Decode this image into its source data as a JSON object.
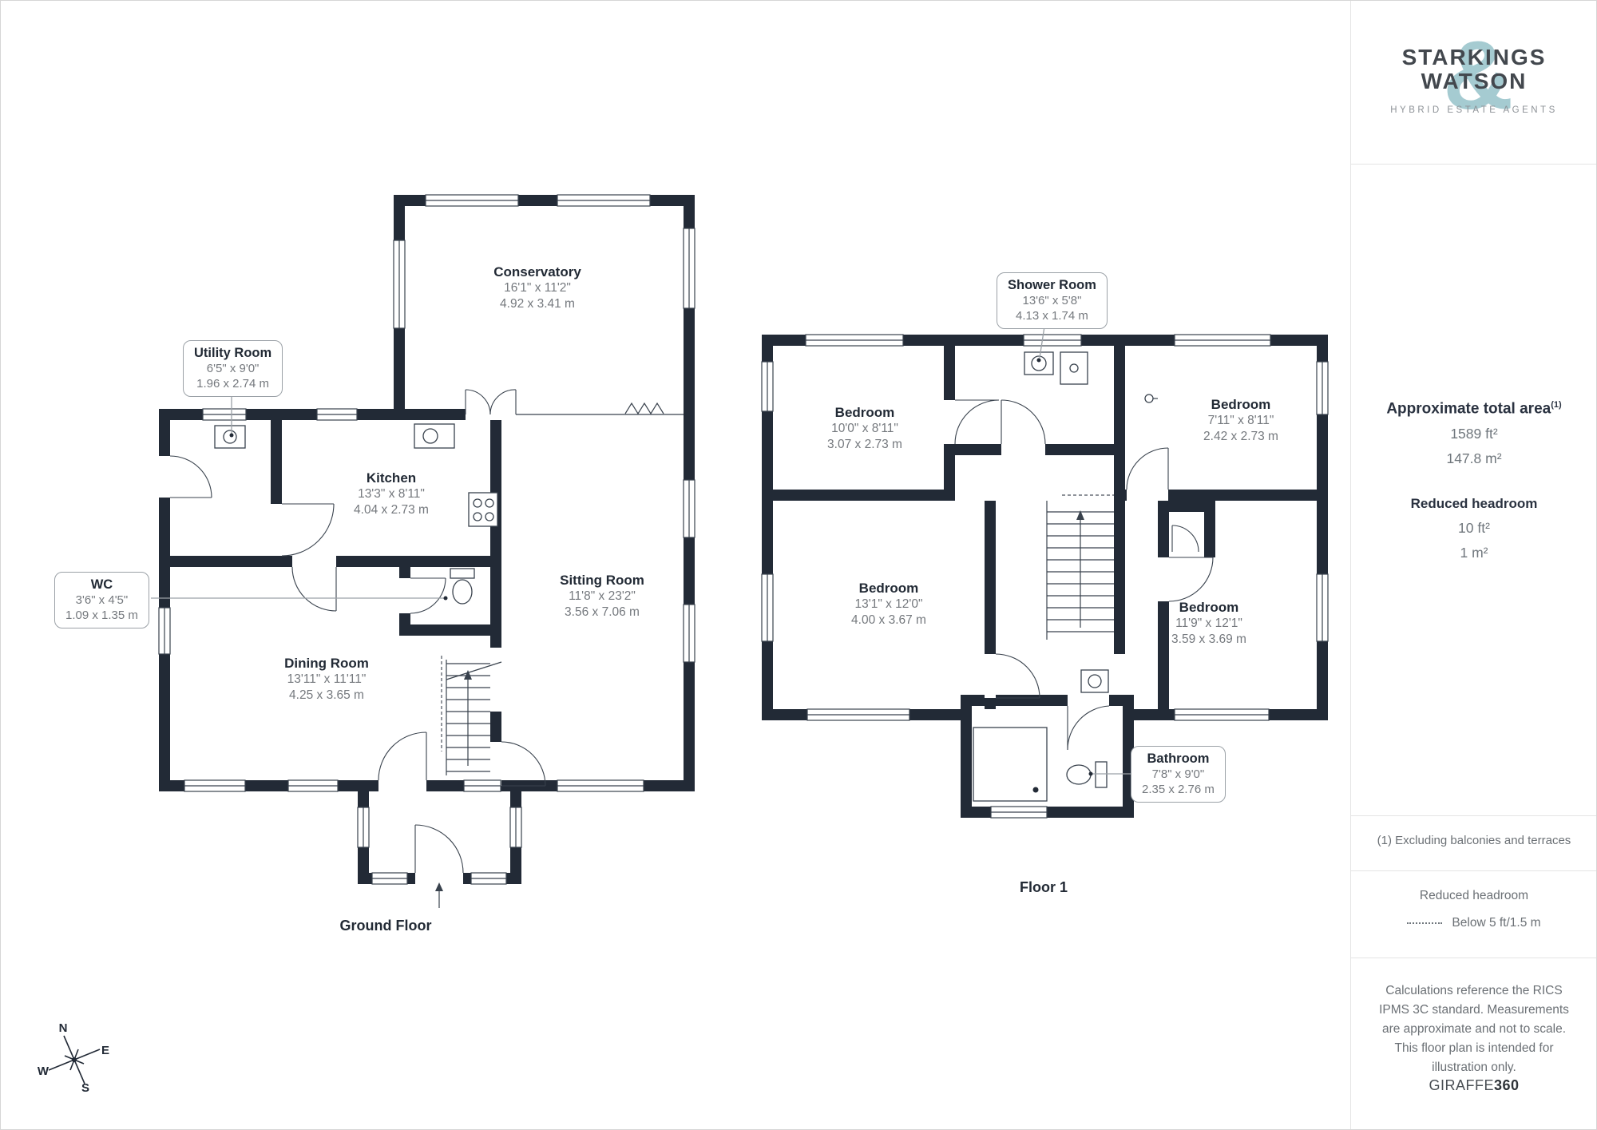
{
  "brand": {
    "name_line1": "STARKINGS",
    "name_line2": "WATSON",
    "ampersand": "&",
    "tagline": "HYBRID ESTATE AGENTS"
  },
  "sidebar": {
    "total_area_title": "Approximate total area",
    "total_area_sup": "(1)",
    "total_area_ft": "1589 ft²",
    "total_area_m": "147.8 m²",
    "reduced_headroom_title": "Reduced headroom",
    "reduced_headroom_ft": "10 ft²",
    "reduced_headroom_m": "1 m²",
    "footnote": "(1) Excluding balconies and terraces",
    "legend_title": "Reduced headroom",
    "legend_label": "Below 5 ft/1.5 m",
    "disclaimer": "Calculations reference the RICS IPMS 3C standard. Measurements are approximate and not to scale. This floor plan is intended for illustration only.",
    "credit_regular": "GIRAFFE",
    "credit_bold": "360"
  },
  "floors": [
    {
      "name": "Ground Floor",
      "rooms": [
        {
          "name": "Conservatory",
          "imperial": "16'1\" x 11'2\"",
          "metric": "4.92 x 3.41 m"
        },
        {
          "name": "Utility Room",
          "imperial": "6'5\" x 9'0\"",
          "metric": "1.96 x 2.74 m"
        },
        {
          "name": "Kitchen",
          "imperial": "13'3\" x 8'11\"",
          "metric": "4.04 x 2.73 m"
        },
        {
          "name": "WC",
          "imperial": "3'6\" x 4'5\"",
          "metric": "1.09 x 1.35 m"
        },
        {
          "name": "Dining Room",
          "imperial": "13'11\" x 11'11\"",
          "metric": "4.25 x 3.65 m"
        },
        {
          "name": "Sitting Room",
          "imperial": "11'8\" x 23'2\"",
          "metric": "3.56 x 7.06 m"
        }
      ]
    },
    {
      "name": "Floor 1",
      "rooms": [
        {
          "name": "Shower Room",
          "imperial": "13'6\" x 5'8\"",
          "metric": "4.13 x 1.74 m"
        },
        {
          "name": "Bedroom",
          "imperial": "10'0\" x 8'11\"",
          "metric": "3.07 x 2.73 m"
        },
        {
          "name": "Bedroom",
          "imperial": "7'11\" x 8'11\"",
          "metric": "2.42 x 2.73 m"
        },
        {
          "name": "Bedroom",
          "imperial": "13'1\" x 12'0\"",
          "metric": "4.00 x 3.67 m"
        },
        {
          "name": "Bedroom",
          "imperial": "11'9\" x 12'1\"",
          "metric": "3.59 x 3.69 m"
        },
        {
          "name": "Bathroom",
          "imperial": "7'8\" x 9'0\"",
          "metric": "2.35 x 2.76 m"
        }
      ]
    }
  ],
  "compass": {
    "n": "N",
    "e": "E",
    "s": "S",
    "w": "W"
  },
  "colors": {
    "wall": "#222a36",
    "accent_teal": "#a5cbd1",
    "text_dark": "#2a3240",
    "text_gray": "#75797e"
  }
}
